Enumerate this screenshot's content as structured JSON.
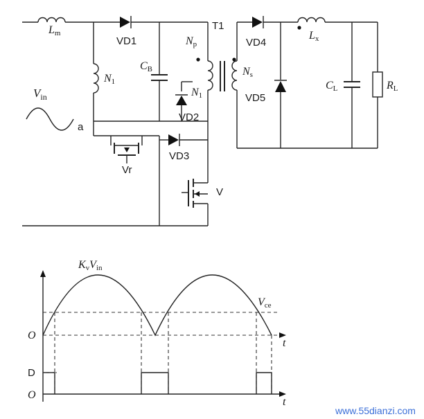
{
  "circuit": {
    "labels": {
      "Lm": "L",
      "Lm_sub": "m",
      "VD1": "VD1",
      "T1": "T1",
      "VD4": "VD4",
      "Lx": "L",
      "Lx_sub": "x",
      "Np": "N",
      "Np_sub": "p",
      "CB": "C",
      "CB_sub": "B",
      "N1_left": "N",
      "N1_left_sub": "1",
      "N1_right": "N",
      "N1_right_sub": "1",
      "Ns": "N",
      "Ns_sub": "s",
      "Vin": "V",
      "Vin_sub": "in",
      "a": "a",
      "VD5": "VD5",
      "CL": "C",
      "CL_sub": "L",
      "RL": "R",
      "RL_sub": "L",
      "VD2": "VD2",
      "VD3": "VD3",
      "Vr": "Vr",
      "V": "V"
    }
  },
  "waveform": {
    "peak_label": "K",
    "peak_label_sub1": "v",
    "peak_label_mid": "V",
    "peak_label_sub2": "in",
    "vce": "V",
    "vce_sub": "ce",
    "origin_top": "O",
    "t_top": "t",
    "D": "D",
    "origin_bottom": "O",
    "t_bottom": "t"
  },
  "watermark": "www.55dianzi.com"
}
